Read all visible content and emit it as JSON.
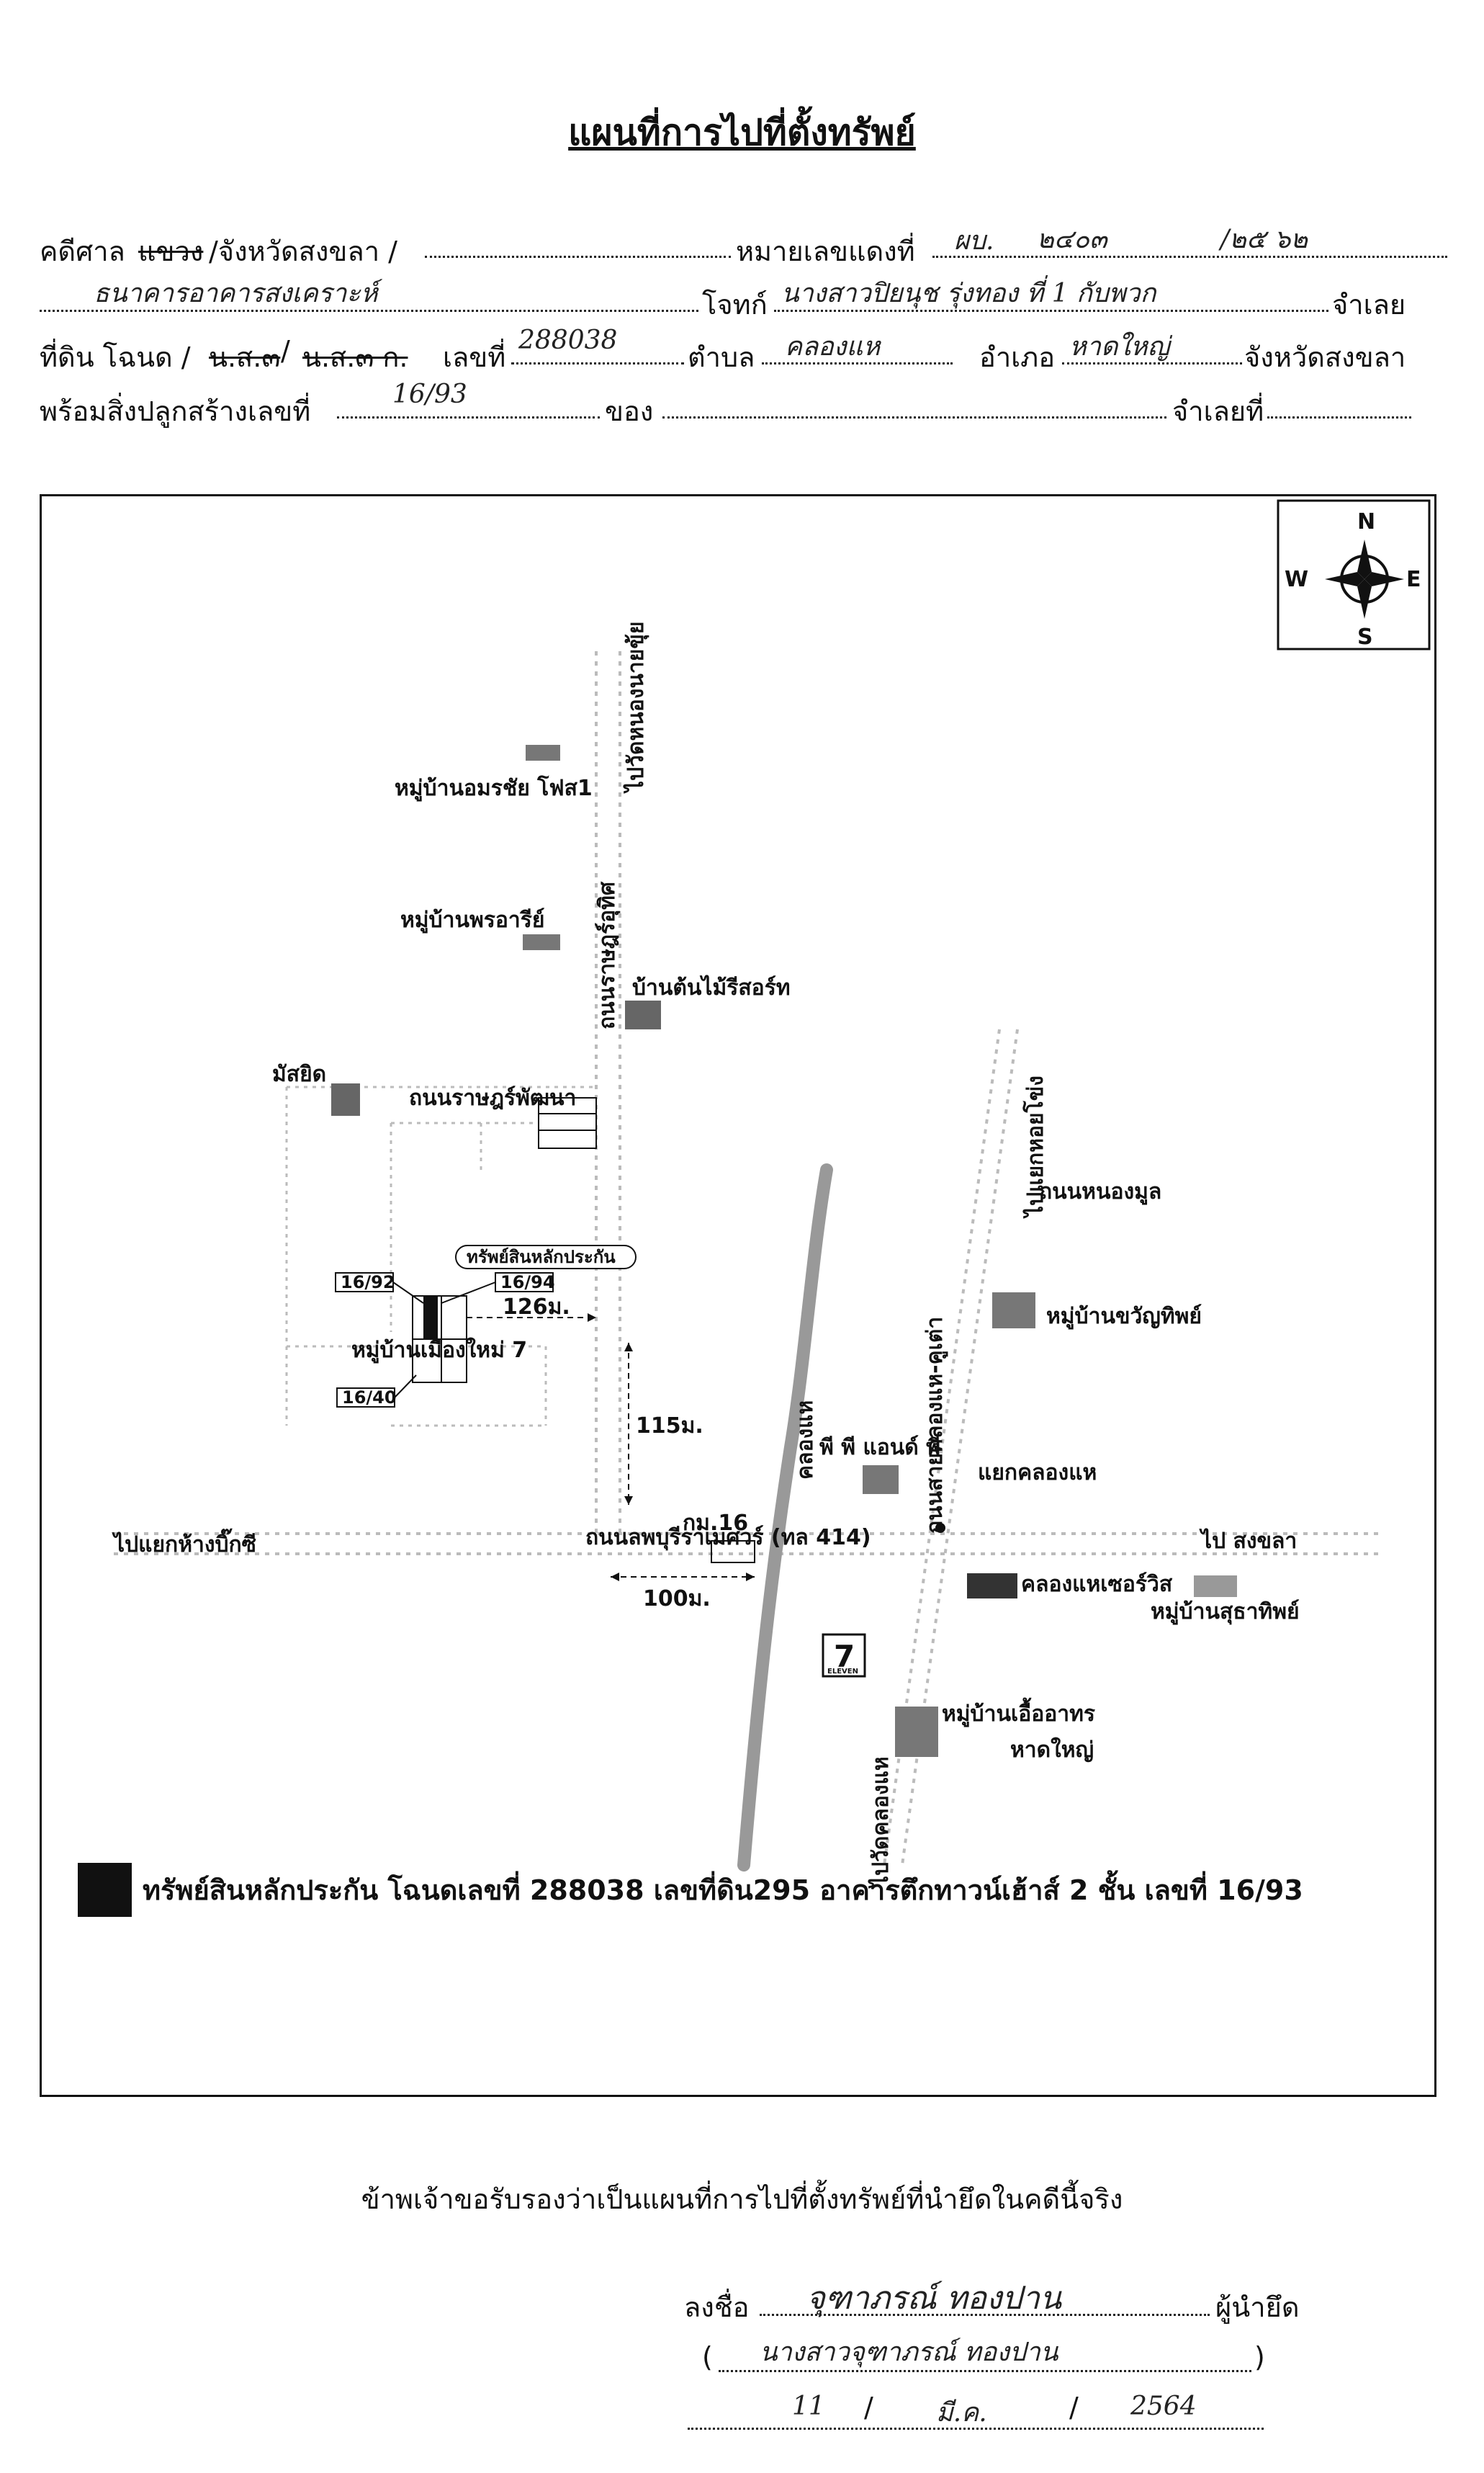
{
  "title": "แผนที่การไปที่ตั้งทรัพย์",
  "form": {
    "row1": {
      "court_label": "คดีศาล",
      "court_struck": "แขวง",
      "court_rest": "/จังหวัดสงขลา /",
      "red_no_label": "หมายเลขแดงที่",
      "red_no_prefix": "ผบ.",
      "red_no_num": "๒๔๐๓",
      "red_no_year": "/๒๕ ๖๒"
    },
    "row2": {
      "plaintiff_name": "ธนาคารอาคารสงเคราะห์",
      "defendant_label": "โจทก์",
      "defendant_name": "นางสาวปิยนุช รุ่งทอง ที่ 1 กับพวก",
      "debtor_label": "จำเลย"
    },
    "row3": {
      "land_label": "ที่ดิน โฉนด /",
      "ns3": "น.ส.๓",
      "ns3k": "น.ส.๓ ก.",
      "no_label": "เลขที่",
      "deed_no": "288038",
      "tambon_label": "ตำบล",
      "tambon": "คลองแห",
      "amphoe_label": "อำเภอ",
      "amphoe": "หาดใหญ่",
      "province": "จังหวัดสงขลา"
    },
    "row4": {
      "building_label": "พร้อมสิ่งปลูกสร้างเลขที่",
      "building_no": "16/93",
      "owner_label": "ของ",
      "debtor_no_label": "จำเลยที่"
    }
  },
  "map": {
    "compass": {
      "n": "N",
      "s": "S",
      "e": "E",
      "w": "W"
    },
    "labels": {
      "amornchai": "หมู่บ้านอมรชัย โฟส1",
      "to_nong_nai_khui": "ไปวัดหนองนายขุ้ย",
      "road_rat_uthit": "ถนนราษฎร์อุทิศ",
      "pornaree": "หมู่บ้านพรอารีย์",
      "ban_tonmai": "บ้านต้นไม้รีสอร์ท",
      "mosque": "มัสยิด",
      "road_ratpattana": "ถนนราษฎร์พัฒนา",
      "collateral_tag": "ทรัพย์สินหลักประกัน",
      "lot_1692": "16/92",
      "lot_1694": "16/94",
      "lot_1640": "16/40",
      "dist_126": "126ม.",
      "village_muang_mai": "หมู่บ้านเมืองใหม่ 7",
      "dist_115": "115ม.",
      "to_khlong_hoi_khong": "ไปแยกหอยโข่ง",
      "road_nong_mool": "ถนนหนองมูล",
      "khwan_thip": "หมู่บ้านขวัญทิพย์",
      "khlong_hae_canal": "คลองแห",
      "khlong_hae_road": "ถนนสายคลองแห-คูเต่า",
      "pp_and_p": "พี พี แอนด์ พี",
      "km16": "กม.16",
      "khlong_hae_junction": "แยกคลองแห",
      "to_big_c": "ไปแยกห้างบิ๊กซี",
      "road_phetkasem": "ถนนลพบุรีราเมศวร์ (ทล 414)",
      "to_songkhla": "ไป สงขลา",
      "dist_100": "100ม.",
      "khlong_hae_resort": "คลองแหเซอร์วิส",
      "suthathip": "หมู่บ้านสุธาทิพย์",
      "seven_eleven": "7",
      "eleven_small": "ELEVEN",
      "uea_athorn_1": "หมู่บ้านเอื้ออาทร",
      "uea_athorn_2": "หาดใหญ่",
      "to_wat_khlong_hae": "ไปวัดคลองแห"
    },
    "legend": "ทรัพย์สินหลักประกัน โฉนดเลขที่ 288038 เลขที่ดิน295  อาคารตึกทาวน์เฮ้าส์ 2 ชั้น เลขที่ 16/93"
  },
  "certification": "ข้าพเจ้าขอรับรองว่าเป็นแผนที่การไปที่ตั้งทรัพย์ที่นำยึดในคดีนี้จริง",
  "signature": {
    "sign_label": "ลงชื่อ",
    "signer": "จุฑาภรณ์ ทองปาน",
    "role": "ผู้นำยึด",
    "printed_name": "นางสาวจุฑาภรณ์ ทองปาน",
    "date_day": "11",
    "date_month": "มี.ค.",
    "date_year": "2564"
  }
}
